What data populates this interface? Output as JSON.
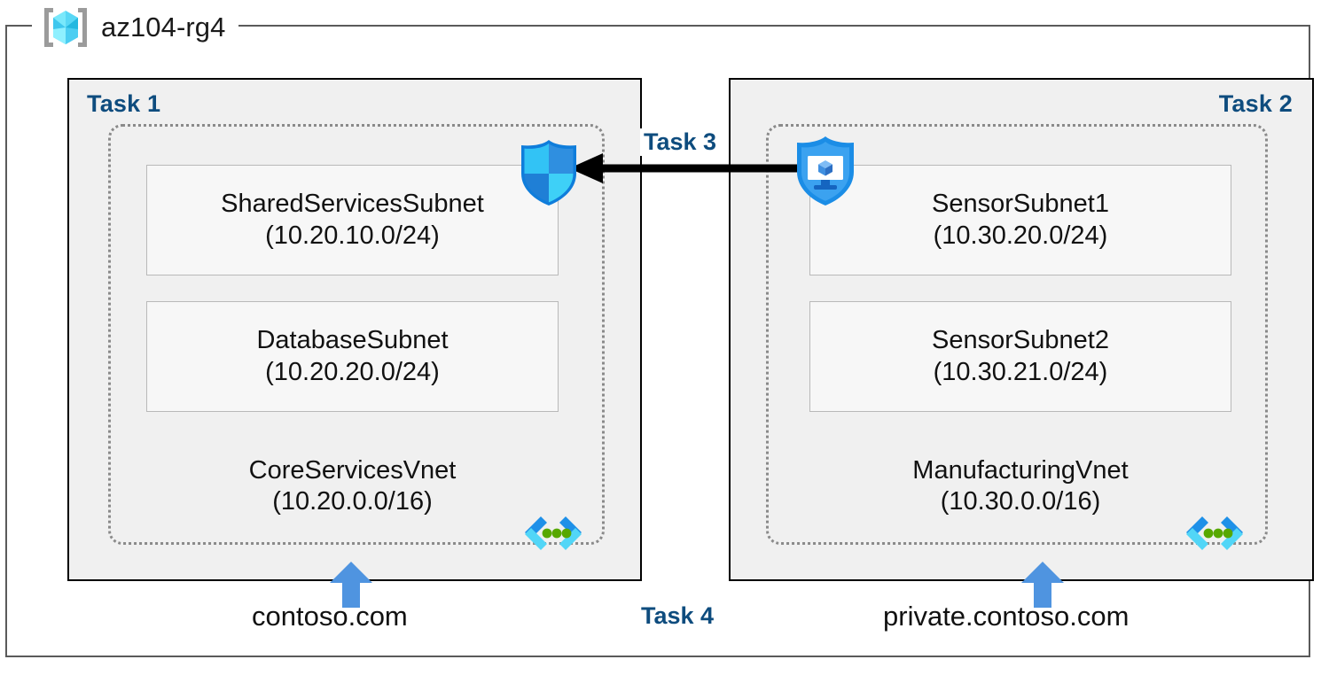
{
  "resource_group": {
    "name": "az104-rg4",
    "icon": "azure-resource-group-icon"
  },
  "colors": {
    "task_label": "#0e4c7e",
    "box_fill": "#f0f0f0",
    "box_border": "#000000",
    "vnet_dotted_border": "#8a8a8a",
    "subnet_border": "#b9b9b9",
    "dns_arrow": "#4f94e0",
    "peering_arrow": "#000000",
    "frame_border": "#5a5a5a"
  },
  "tasks": {
    "task1": "Task 1",
    "task2": "Task 2",
    "task3": "Task 3",
    "task4": "Task 4"
  },
  "vnets": [
    {
      "id": "core-services",
      "name": "CoreServicesVnet",
      "cidr": "(10.20.0.0/16)",
      "icon": "virtual-network-icon",
      "subnets": [
        {
          "name": "SharedServicesSubnet",
          "cidr": "(10.20.10.0/24)"
        },
        {
          "name": "DatabaseSubnet",
          "cidr": "(10.20.20.0/24)"
        }
      ]
    },
    {
      "id": "manufacturing",
      "name": "ManufacturingVnet",
      "cidr": "(10.30.0.0/16)",
      "icon": "virtual-network-icon",
      "subnets": [
        {
          "name": "SensorSubnet1",
          "cidr": "(10.30.20.0/24)"
        },
        {
          "name": "SensorSubnet2",
          "cidr": "(10.30.21.0/24)"
        }
      ]
    }
  ],
  "icons": {
    "nsg_shield": "network-security-group-shield-icon",
    "defender_shield": "defender-monitor-shield-icon",
    "peering_arrow": "peering-arrow-left-icon",
    "dns_arrow": "dns-arrow-up-icon"
  },
  "dns_zones": [
    {
      "name": "contoso.com",
      "attached_to": "CoreServicesVnet"
    },
    {
      "name": "private.contoso.com",
      "attached_to": "ManufacturingVnet"
    }
  ]
}
